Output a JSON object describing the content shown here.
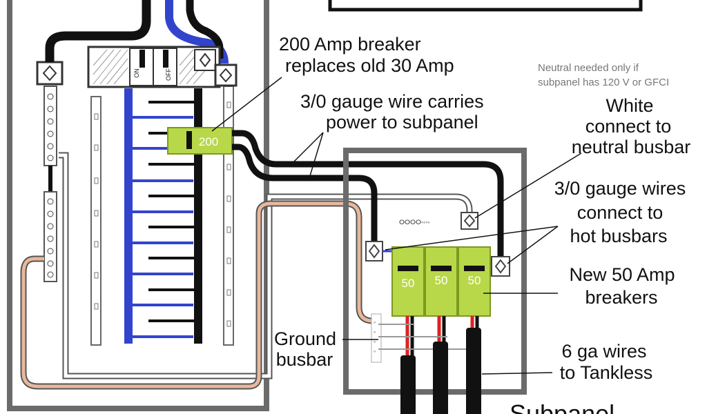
{
  "labels": {
    "breaker_200_line1": "200 Amp breaker",
    "breaker_200_line2": "replaces old 30 Amp",
    "gauge_wire_line1": "3/0 gauge wire carries",
    "gauge_wire_line2": "power to subpanel",
    "neutral_note_line1": "Neutral needed only if",
    "neutral_note_line2": "subpanel has 120 V or GFCI",
    "white_line1": "White",
    "white_line2": "connect to",
    "white_line3": "neutral busbar",
    "hot_line1": "3/0 gauge wires",
    "hot_line2": "connect to",
    "hot_line3": "hot busbars",
    "new_breakers_line1": "New 50 Amp",
    "new_breakers_line2": "breakers",
    "ground_line1": "Ground",
    "ground_line2": "busbar",
    "tankless_line1": "6 ga wires",
    "tankless_line2": "to Tankless",
    "subpanel_title": "Subpanel"
  },
  "main_breaker": {
    "on_label": "ON",
    "off_label": "OFF"
  },
  "breaker_200": {
    "value": "200"
  },
  "sub_breakers": [
    {
      "value": "50"
    },
    {
      "value": "50"
    },
    {
      "value": "50"
    }
  ],
  "colors": {
    "panel_border": "#6b6b6b",
    "hot_wire": "#111111",
    "neutral_bus": "#3344cc",
    "breaker_green": "#b8d84a",
    "ground_wire": "#e8b89c",
    "red_wire": "#dd2222"
  }
}
